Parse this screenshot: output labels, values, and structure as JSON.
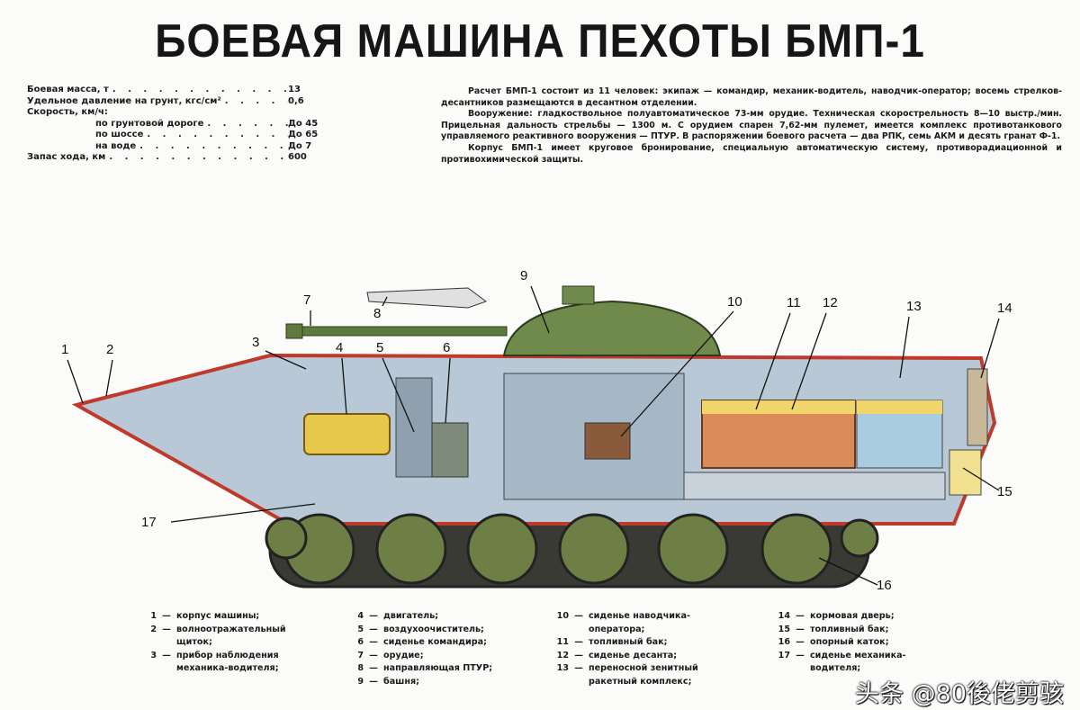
{
  "title": "БОЕВАЯ МАШИНА ПЕХОТЫ  БМП-1",
  "specs": [
    {
      "label": "Боевая масса, т",
      "value": "13",
      "indent": false
    },
    {
      "label": "Удельное давление на грунт, кгс/см²",
      "value": "0,6",
      "indent": false
    },
    {
      "label": "Скорость, км/ч:",
      "value": "",
      "indent": false
    },
    {
      "label": "по грунтовой дороге",
      "value": "До 45",
      "indent": true
    },
    {
      "label": "по шоссе",
      "value": "До 65",
      "indent": true
    },
    {
      "label": "на воде",
      "value": "До 7",
      "indent": true
    },
    {
      "label": "Запас хода, км",
      "value": "600",
      "indent": false
    }
  ],
  "description": [
    "Расчет БМП-1 состоит из 11 человек: экипаж — командир, механик-водитель, наводчик-оператор; восемь стрелков-десантников размещаются в десантном отделении.",
    "Вооружение: гладкоствольное полуавтоматическое 73-мм орудие. Техническая скорострельность 8—10 выстр./мин. Прицельная дальность стрельбы — 1300 м. С орудием спарен 7,62-мм пулемет, имеется комплекс противотанкового управляемого реактивного вооружения — ПТУР. В распоряжении боевого расчета — два РПК, семь АКМ и десять гранат Ф-1.",
    "Корпус БМП-1 имеет круговое бронирование, специальную автоматическую систему, противорадиационной и противохимической защиты."
  ],
  "callouts": [
    "1",
    "2",
    "3",
    "4",
    "5",
    "6",
    "7",
    "8",
    "9",
    "10",
    "11",
    "12",
    "13",
    "14",
    "15",
    "16",
    "17"
  ],
  "legend": [
    [
      {
        "n": "1",
        "text": "корпус машины;"
      },
      {
        "n": "2",
        "text": "волноотражательный щиток;"
      },
      {
        "n": "3",
        "text": "прибор наблюдения механика-водителя;"
      }
    ],
    [
      {
        "n": "4",
        "text": "двигатель;"
      },
      {
        "n": "5",
        "text": "воздухоочиститель;"
      },
      {
        "n": "6",
        "text": "сиденье командира;"
      },
      {
        "n": "7",
        "text": "орудие;"
      },
      {
        "n": "8",
        "text": "направляющая ПТУР;"
      },
      {
        "n": "9",
        "text": "башня;"
      }
    ],
    [
      {
        "n": "10",
        "text": "сиденье наводчика-оператора;"
      },
      {
        "n": "11",
        "text": "топливный бак;"
      },
      {
        "n": "12",
        "text": "сиденье десанта;"
      },
      {
        "n": "13",
        "text": "переносной зенитный ракетный комплекс;"
      }
    ],
    [
      {
        "n": "14",
        "text": "кормовая дверь;"
      },
      {
        "n": "15",
        "text": "топливный бак;"
      },
      {
        "n": "16",
        "text": "опорный каток;"
      },
      {
        "n": "17",
        "text": "сиденье механика-водителя;"
      }
    ]
  ],
  "watermark": "头条 @80後佬剪骇",
  "colors": {
    "hull": "#b9c8d6",
    "armor": "#c0392b",
    "turret": "#6f8a4a",
    "engine": "#e8c84a",
    "fuel": "#d98b5a"
  }
}
